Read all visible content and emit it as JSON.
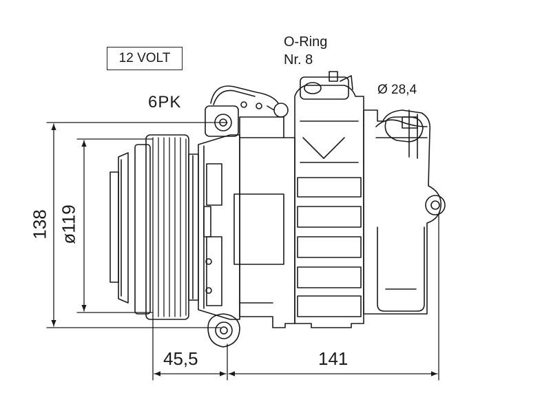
{
  "labels": {
    "voltage": "12 VOLT",
    "oring_line1": "O-Ring",
    "oring_line2": "Nr. 8",
    "port_diameter": "Ø 28,4",
    "pulley_grooves": "6PK"
  },
  "dimensions": {
    "overall_height": "138",
    "pulley_diameter": "ø119",
    "pulley_offset": "45,5",
    "body_length": "141"
  },
  "colors": {
    "line": "#1a1a1a",
    "background": "#ffffff"
  }
}
